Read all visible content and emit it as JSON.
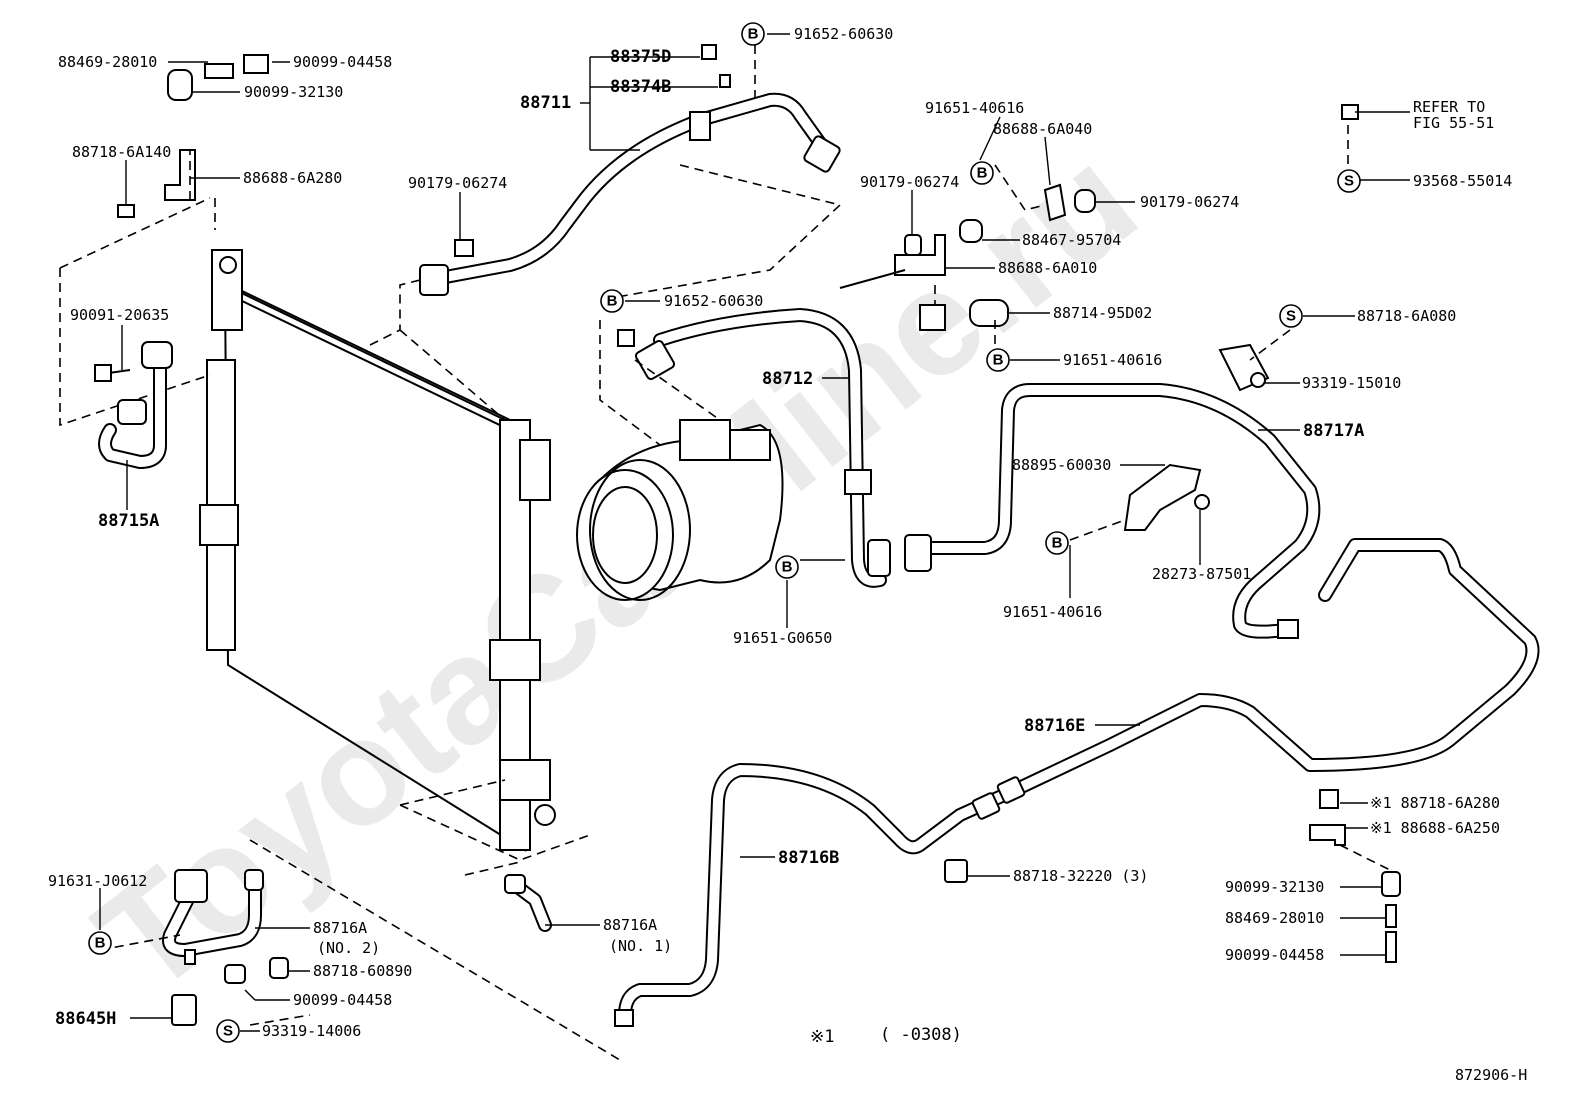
{
  "watermark": "ToyotaCarMine.ru",
  "figure_id": "872906-H",
  "footnote": {
    "mark": "※1",
    "range": "(      -0308)"
  },
  "markers": {
    "B": "B",
    "S": "S"
  },
  "labels": {
    "p88469_28010_top": "88469-28010",
    "p90099_04458_top": "90099-04458",
    "p90099_32130_top": "90099-32130",
    "p88718_6A140": "88718-6A140",
    "p88688_6A280": "88688-6A280",
    "p90091_20635": "90091-20635",
    "p88715A": "88715A",
    "p88375D": "88375D",
    "p88374B": "88374B",
    "p88711": "88711",
    "p91652_60630_top": "91652-60630",
    "p90179_06274_left": "90179-06274",
    "p91652_60630_mid": "91652-60630",
    "p88712": "88712",
    "p91651_40616_top": "91651-40616",
    "p88688_6A040": "88688-6A040",
    "p90179_06274_mid": "90179-06274",
    "p90179_06274_right": "90179-06274",
    "p88467_95704": "88467-95704",
    "p88688_6A010": "88688-6A010",
    "p88714_95D02": "88714-95D02",
    "p91651_40616_mid": "91651-40616",
    "refer_line1": "REFER TO",
    "refer_line2": "FIG 55-51",
    "p93568_55014": "93568-55014",
    "p88718_6A080": "88718-6A080",
    "p93319_15010": "93319-15010",
    "p88717A": "88717A",
    "p88895_60030": "88895-60030",
    "p28273_87501": "28273-87501",
    "p91651_40616_low": "91651-40616",
    "p91651_G0650": "91651-G0650",
    "p88716E": "88716E",
    "p88718_6A280_ast": "※1 88718-6A280",
    "p88688_6A250_ast": "※1 88688-6A250",
    "p88716B": "88716B",
    "p88718_32220": "88718-32220 (3)",
    "p90099_32130_bot": "90099-32130",
    "p88469_28010_bot": "88469-28010",
    "p90099_04458_bot": "90099-04458",
    "p91631_J0612": "91631-J0612",
    "p88716A_no2": "88716A",
    "p88716A_no2_sub": "(NO. 2)",
    "p88718_60890": "88718-60890",
    "p90099_04458_low": "90099-04458",
    "p88645H": "88645H",
    "p93319_14006": "93319-14006",
    "p88716A_no1": "88716A",
    "p88716A_no1_sub": "(NO. 1)"
  }
}
